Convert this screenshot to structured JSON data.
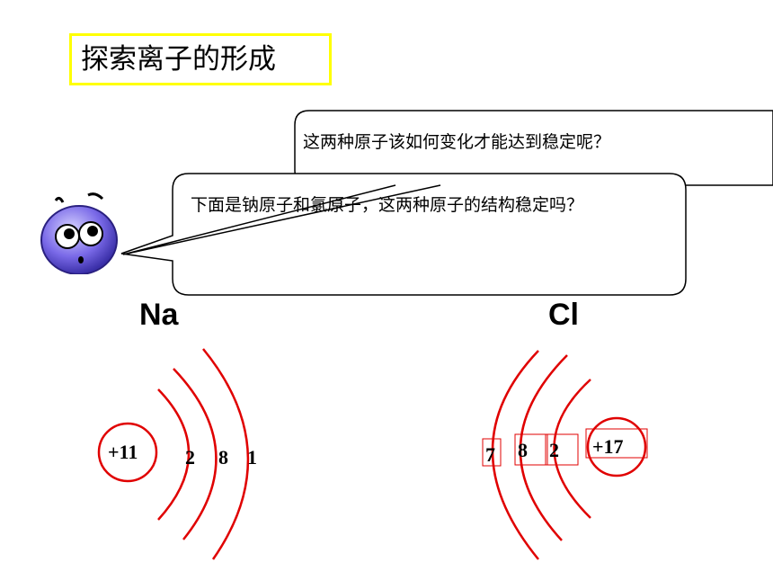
{
  "title": "探索离子的形成",
  "bubbles": {
    "question_top": "这两种原子该如何变化才能达到稳定呢？",
    "question_bottom": "下面是钠原子和氯原子，这两种原子的结构稳定吗？"
  },
  "atoms": {
    "na": {
      "symbol": "Na",
      "nucleus": "+11",
      "shells": [
        "2",
        "8",
        "1"
      ]
    },
    "cl": {
      "symbol": "Cl",
      "nucleus": "+17",
      "shells": [
        "7",
        "8",
        "2"
      ]
    }
  },
  "colors": {
    "title_border": "#ffff00",
    "arc": "#e00000",
    "face": "#7a6ae8"
  },
  "icons": {
    "speaker": "confused-face-icon"
  }
}
